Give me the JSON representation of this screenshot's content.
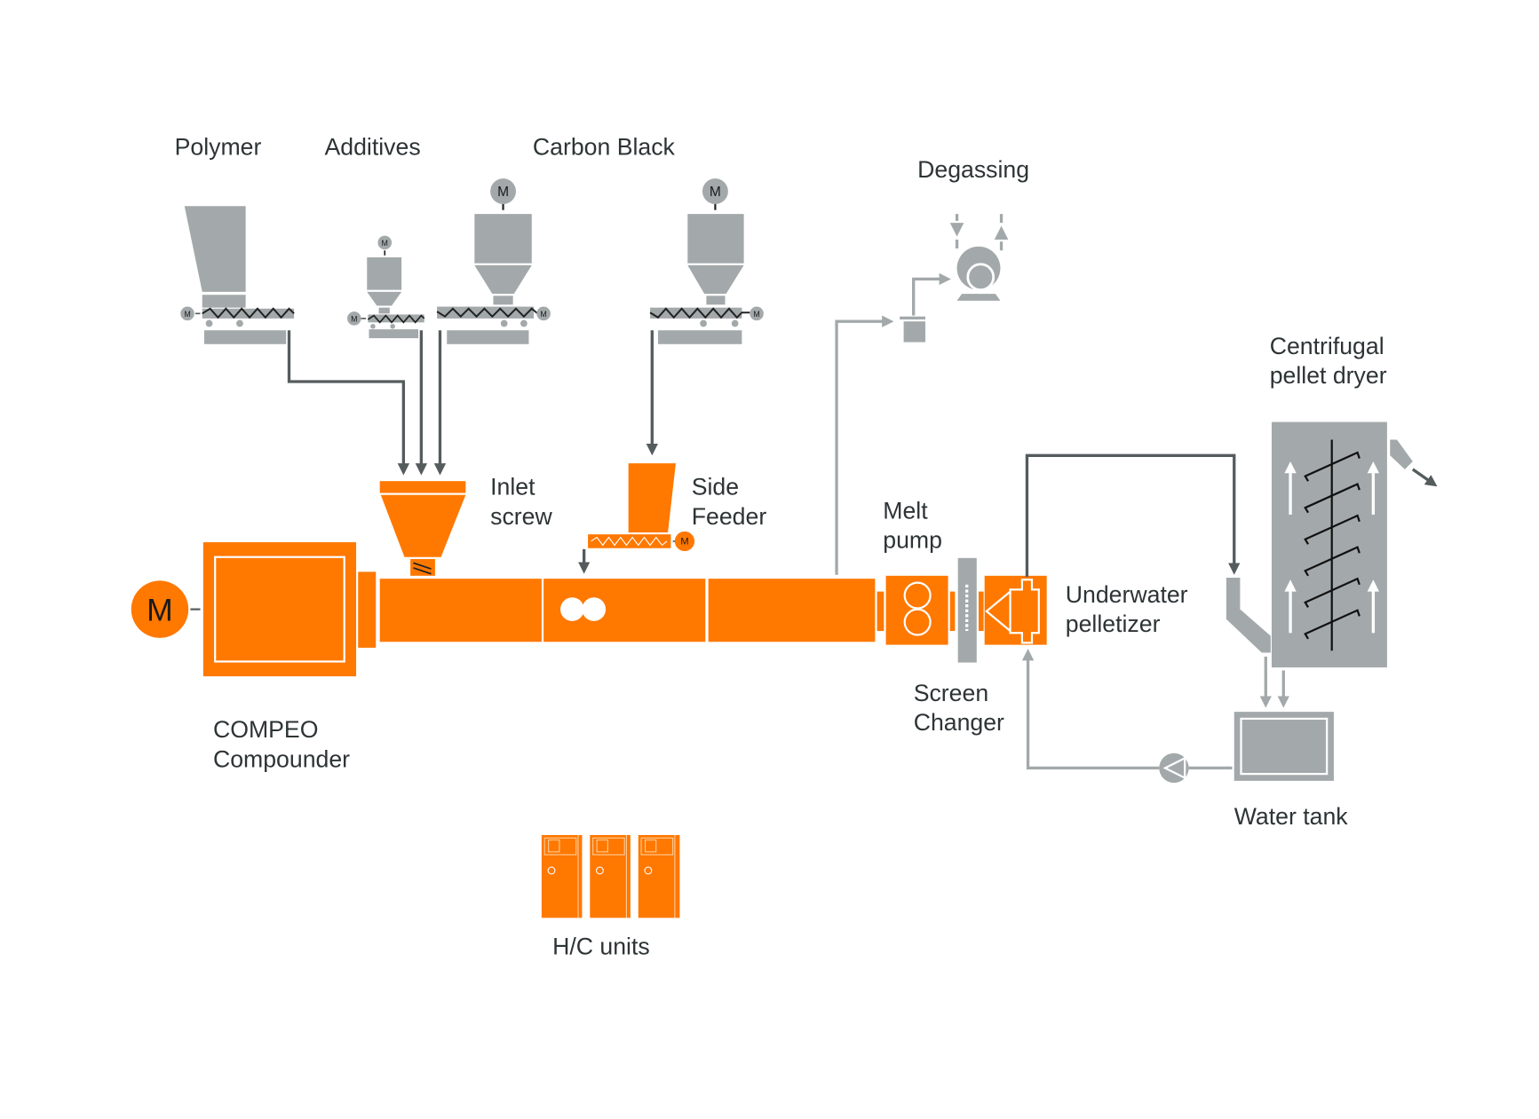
{
  "diagram": {
    "type": "process-flow",
    "subject": "Compounding line with underwater pelletizing",
    "colors": {
      "process_equipment": "#ff7800",
      "auxiliary_equipment": "#a3a9aa",
      "material_flow_line": "#555c5e",
      "gas_water_flow_line": "#a3a9aa",
      "label_text": "#2d3436"
    },
    "motor_symbol": "M",
    "labels": {
      "polymer": "Polymer",
      "additives": "Additives",
      "carbon_black": "Carbon Black",
      "degassing": "Degassing",
      "inlet_screw_line1": "Inlet",
      "inlet_screw_line2": "screw",
      "side_feeder_line1": "Side",
      "side_feeder_line2": "Feeder",
      "melt_pump_line1": "Melt",
      "melt_pump_line2": "pump",
      "screen_changer_line1": "Screen",
      "screen_changer_line2": "Changer",
      "underwater_pelletizer_line1": "Underwater",
      "underwater_pelletizer_line2": "pelletizer",
      "centrifugal_dryer_line1": "Centrifugal",
      "centrifugal_dryer_line2": "pellet dryer",
      "water_tank": "Water tank",
      "compounder_line1": "COMPEO",
      "compounder_line2": "Compounder",
      "hc_units": "H/C units"
    },
    "nodes": [
      {
        "id": "polymer-feeder",
        "label": "Polymer",
        "kind": "gravimetric feeder"
      },
      {
        "id": "additives-feeder",
        "label": "Additives",
        "kind": "gravimetric feeder"
      },
      {
        "id": "carbon-black-feeder-1",
        "label": "Carbon Black",
        "kind": "gravimetric feeder"
      },
      {
        "id": "carbon-black-feeder-2",
        "label": "Carbon Black",
        "kind": "gravimetric feeder"
      },
      {
        "id": "inlet-screw",
        "label": "Inlet screw"
      },
      {
        "id": "side-feeder",
        "label": "Side Feeder"
      },
      {
        "id": "main-motor",
        "label": "M"
      },
      {
        "id": "compounder",
        "label": "COMPEO Compounder"
      },
      {
        "id": "degassing",
        "label": "Degassing"
      },
      {
        "id": "melt-pump",
        "label": "Melt pump"
      },
      {
        "id": "screen-changer",
        "label": "Screen Changer"
      },
      {
        "id": "underwater-pelletizer",
        "label": "Underwater pelletizer"
      },
      {
        "id": "centrifugal-dryer",
        "label": "Centrifugal pellet dryer"
      },
      {
        "id": "water-tank",
        "label": "Water tank"
      },
      {
        "id": "water-pump",
        "label": ""
      },
      {
        "id": "hc-units",
        "label": "H/C units",
        "count": 3
      }
    ],
    "edges": [
      {
        "from": "polymer-feeder",
        "to": "inlet-screw"
      },
      {
        "from": "additives-feeder",
        "to": "inlet-screw"
      },
      {
        "from": "carbon-black-feeder-1",
        "to": "inlet-screw"
      },
      {
        "from": "carbon-black-feeder-2",
        "to": "side-feeder"
      },
      {
        "from": "side-feeder",
        "to": "compounder"
      },
      {
        "from": "compounder",
        "to": "degassing"
      },
      {
        "from": "compounder",
        "to": "melt-pump"
      },
      {
        "from": "melt-pump",
        "to": "screen-changer"
      },
      {
        "from": "screen-changer",
        "to": "underwater-pelletizer"
      },
      {
        "from": "underwater-pelletizer",
        "to": "centrifugal-dryer"
      },
      {
        "from": "centrifugal-dryer",
        "to": "water-tank"
      },
      {
        "from": "water-tank",
        "to": "water-pump"
      },
      {
        "from": "water-pump",
        "to": "underwater-pelletizer"
      }
    ]
  }
}
